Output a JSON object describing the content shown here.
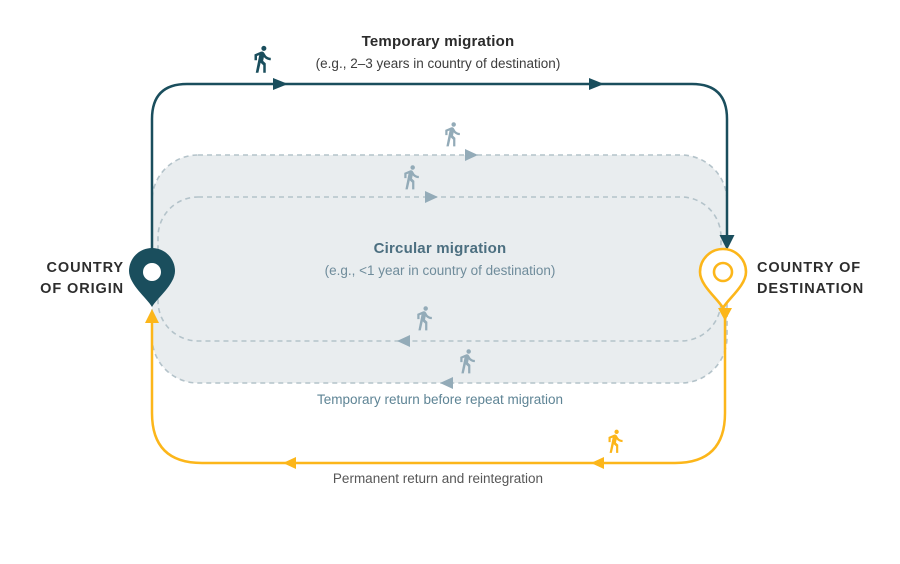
{
  "colors": {
    "teal": "#1a4e5d",
    "yellow": "#fcb61a",
    "slate": "#93abb8",
    "dash": "#b4c3ca",
    "region_fill": "#e9edef",
    "title_dark": "#2b2b2b",
    "subtitle_dark": "#3d3d3d",
    "circular_title": "#4c6f80",
    "circular_sub": "#6f8c9b",
    "temp_return": "#5e8495",
    "perm_return": "#575757",
    "country_label": "#2d2d2d"
  },
  "diagram": {
    "top_flow": {
      "title": "Temporary migration",
      "subtitle": "(e.g., 2–3 years in country of destination)"
    },
    "circular_flow": {
      "title": "Circular migration",
      "subtitle": "(e.g., <1 year in country of destination)",
      "return_label": "Temporary return before repeat migration"
    },
    "bottom_flow": {
      "label": "Permanent return and reintegration"
    },
    "origin": {
      "label_line1": "COUNTRY",
      "label_line2": "OF ORIGIN"
    },
    "destination": {
      "label_line1": "COUNTRY OF",
      "label_line2": "DESTINATION"
    }
  },
  "icons": {
    "walker": "walking-person-icon",
    "origin_pin": "map-pin-icon",
    "destination_pin": "map-pin-outline-icon",
    "arrow": "flow-arrowhead-icon"
  }
}
